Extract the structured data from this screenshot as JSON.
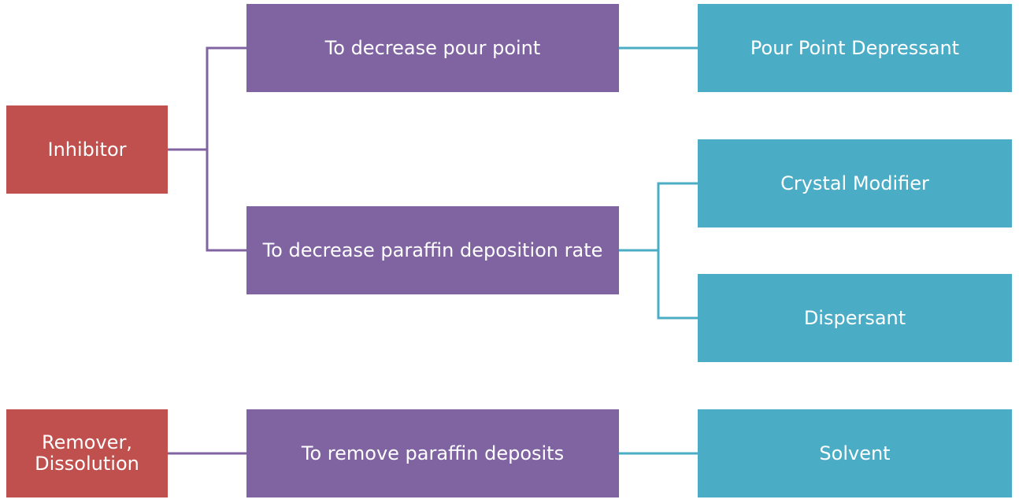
{
  "categories": [
    {
      "id": "inhibitor",
      "label": "Inhibitor",
      "color": "#c0504d"
    },
    {
      "id": "remover",
      "label": "Remover,\nDissolution",
      "color": "#c0504d"
    }
  ],
  "purposes": [
    {
      "id": "pour",
      "label": "To decrease pour point",
      "color": "#8064a2"
    },
    {
      "id": "paraffin",
      "label": "To decrease paraffin deposition rate",
      "color": "#8064a2"
    },
    {
      "id": "remove",
      "label": "To remove paraffin deposits",
      "color": "#8064a2"
    }
  ],
  "products": [
    {
      "id": "ppd",
      "label": "Pour Point Depressant",
      "color": "#4bacc6"
    },
    {
      "id": "crystal",
      "label": "Crystal Modifier",
      "color": "#4bacc6"
    },
    {
      "id": "dispersant",
      "label": "Dispersant",
      "color": "#4bacc6"
    },
    {
      "id": "solvent",
      "label": "Solvent",
      "color": "#4bacc6"
    }
  ],
  "connections": [
    {
      "from": "inhibitor",
      "to": "pour"
    },
    {
      "from": "inhibitor",
      "to": "paraffin"
    },
    {
      "from": "remover",
      "to": "remove"
    },
    {
      "from": "pour",
      "to": "ppd"
    },
    {
      "from": "paraffin",
      "to": "crystal"
    },
    {
      "from": "paraffin",
      "to": "dispersant"
    },
    {
      "from": "remove",
      "to": "solvent"
    }
  ]
}
